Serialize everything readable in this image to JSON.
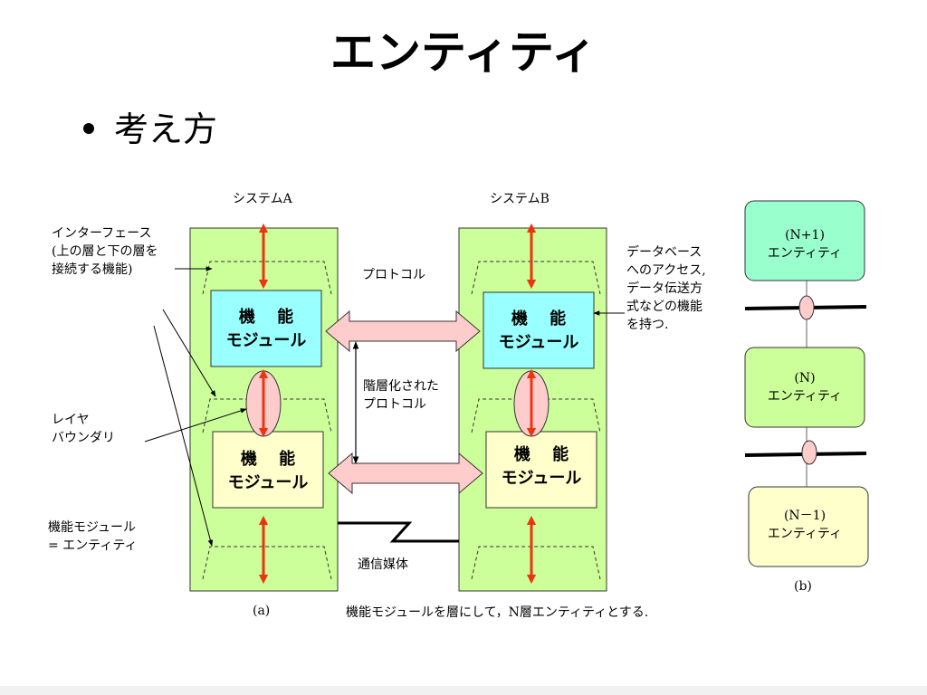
{
  "slide": {
    "title": "エンティティ",
    "bullet": "考え方"
  },
  "diagram_a": {
    "system_a_label": "システムA",
    "system_b_label": "システムB",
    "module_line1": "機　 能",
    "module_line2": "モジュール",
    "protocol_label": "プロトコル",
    "hier_protocol_line1": "階層化された",
    "hier_protocol_line2": "プロトコル",
    "medium_label": "通信媒体",
    "interface_line1": "インターフェース",
    "interface_line2": "(上の層と下の層を",
    "interface_line3": "接続する機能)",
    "layer_boundary_line1": "レイヤ",
    "layer_boundary_line2": "バウンダリ",
    "module_entity_line1": "機能モジュール",
    "module_entity_line2": "= エンティティ",
    "db_line1": "データベース",
    "db_line2": "へのアクセス,",
    "db_line3": "データ伝送方",
    "db_line4": "式などの機能",
    "db_line5": "を持つ.",
    "caption": "(a)",
    "footnote": "機能モジュールを層にして，N層エンティティとする."
  },
  "diagram_b": {
    "top_line1": "(N+1)",
    "top_line2": "エンティティ",
    "mid_line1": "(N)",
    "mid_line2": "エンティティ",
    "bottom_line1": "(N－1)",
    "bottom_line2": "エンティティ",
    "caption": "(b)"
  },
  "colors": {
    "system_bg": "#ccff99",
    "module_top": "#99ffff",
    "module_bottom": "#ffffcc",
    "arrow_red": "#ee3311",
    "protocol_arrow": "#ffcccc",
    "entity_top": "#99ffcc",
    "entity_mid": "#ccff99",
    "entity_bottom": "#ffffcc"
  }
}
